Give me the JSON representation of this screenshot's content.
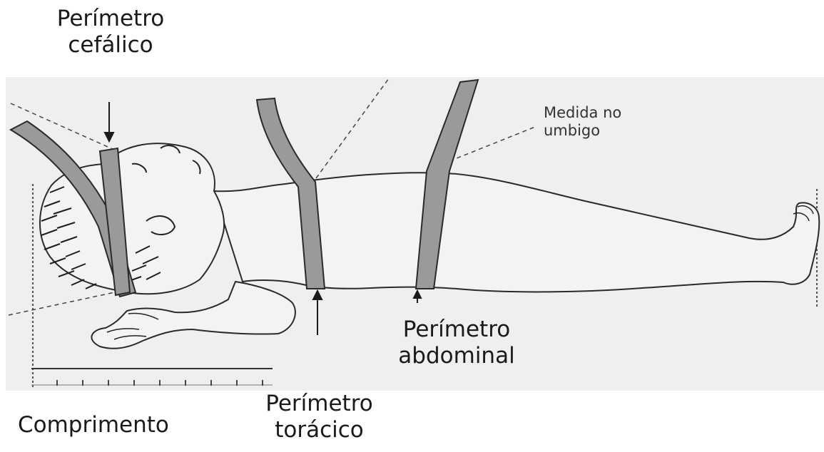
{
  "labels": {
    "head": [
      "Perímetro",
      "cefálico"
    ],
    "navel": [
      "Medida no",
      "umbigo"
    ],
    "abdomen": [
      "Perímetro",
      "abdominal"
    ],
    "chest": [
      "Perímetro",
      "torácico"
    ],
    "length": "Comprimento"
  },
  "colors": {
    "background": "#ffffff",
    "photo_background": "#eeeeee",
    "tape": "#9a9a9a",
    "ink": "#222222",
    "skin": "#f1f1f1"
  }
}
